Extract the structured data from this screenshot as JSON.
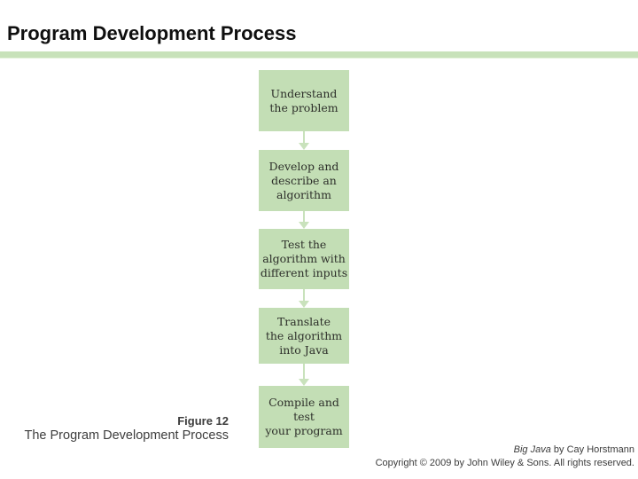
{
  "slide": {
    "title": "Program Development Process"
  },
  "flowchart": {
    "steps": [
      {
        "text": "Understand\nthe problem"
      },
      {
        "text": "Develop and\ndescribe an\nalgorithm"
      },
      {
        "text": "Test the\nalgorithm with\ndifferent inputs"
      },
      {
        "text": "Translate\nthe algorithm\ninto Java"
      },
      {
        "text": "Compile and test\nyour program"
      }
    ]
  },
  "caption": {
    "label": "Figure 12",
    "title": "The Program Development Process"
  },
  "footer": {
    "book_title": "Big Java",
    "attribution": " by Cay Horstmann",
    "copyright": "Copyright © 2009 by John Wiley & Sons.  All rights reserved."
  },
  "colors": {
    "box_green": "#c3deb5",
    "rule_green": "#c8e2ba",
    "arrow_green": "#c9e2bc",
    "title_text": "#0f0f0f",
    "caption_text": "#3d3d3d",
    "footer_text": "#3c3c3c"
  }
}
